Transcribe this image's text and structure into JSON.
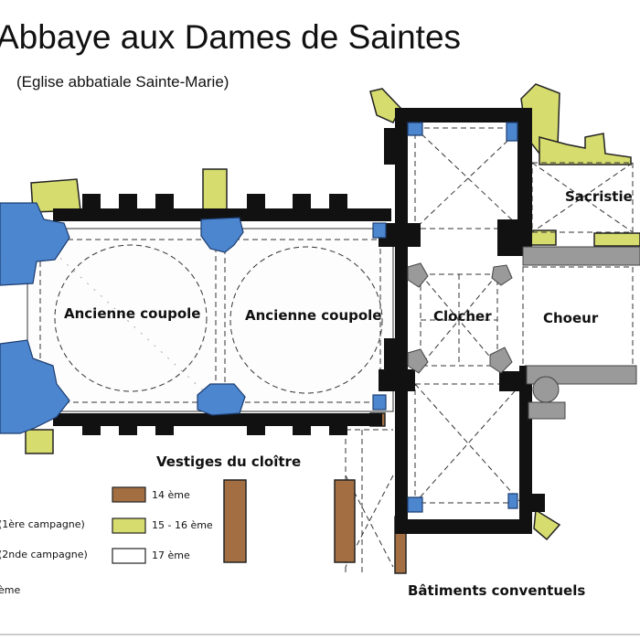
{
  "title": "Abbaye aux Dames de Saintes",
  "subtitle": "(Eglise abbatiale Sainte-Marie)",
  "rooms": {
    "coupole_1": "Ancienne coupole",
    "coupole_2": "Ancienne coupole",
    "clocher": "Clocher",
    "choeur": "Choeur",
    "sacristie": "Sacristie",
    "cloitre": "Vestiges du cloître",
    "batiments": "Bâtiments conventuels"
  },
  "legend": {
    "left_items": [
      "(1ère campagne)",
      "(2nde campagne)",
      "ème"
    ],
    "right_items": [
      {
        "label": "14 ème",
        "color": "#a36f42"
      },
      {
        "label": "15 - 16 ème",
        "color": "#d6dc6e"
      },
      {
        "label": "17 ème",
        "color": "#ffffff"
      }
    ]
  },
  "colors": {
    "walls": "#111111",
    "romanesque": "#4c86cf",
    "gothic_grey": "#9a9a9a",
    "c14": "#a36f42",
    "c15_16": "#d6dc6e",
    "c17": "#ffffff"
  }
}
